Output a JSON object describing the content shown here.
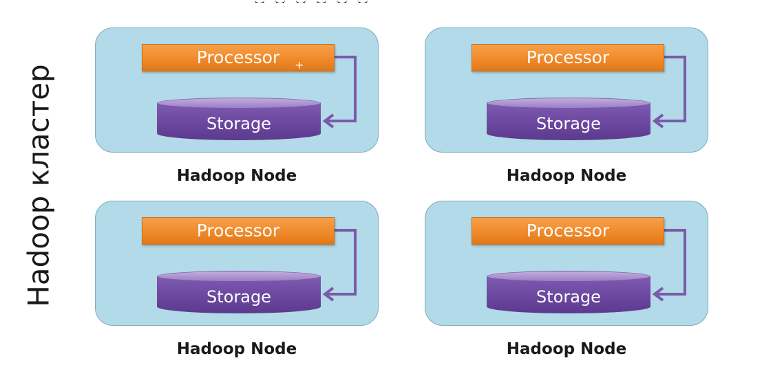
{
  "slide": {
    "cluster_label": "Hadoop кластер"
  },
  "nodes": [
    {
      "processor_label": "Processor",
      "storage_label": "Storage",
      "caption": "Hadoop Node"
    },
    {
      "processor_label": "Processor",
      "storage_label": "Storage",
      "caption": "Hadoop Node"
    },
    {
      "processor_label": "Processor",
      "storage_label": "Storage",
      "caption": "Hadoop Node"
    },
    {
      "processor_label": "Processor",
      "storage_label": "Storage",
      "caption": "Hadoop Node"
    }
  ],
  "icons": {
    "cursor": "crosshair-cursor-icon",
    "arrow": "connector-arrow-icon"
  },
  "colors": {
    "node_fill": "#b2dae8",
    "processor": "#f08a2a",
    "storage": "#6a459e",
    "arrow": "#7a5aa8"
  }
}
